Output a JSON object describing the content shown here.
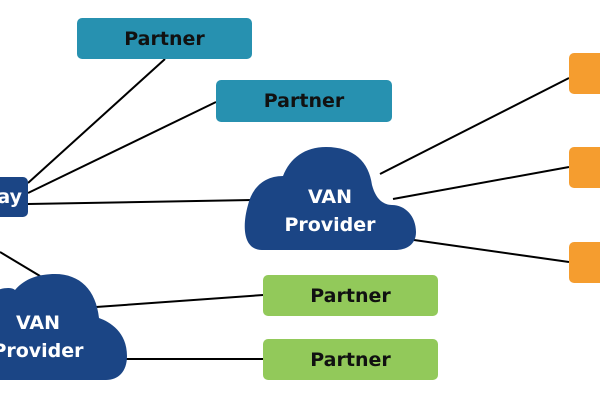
{
  "diagram": {
    "title": "",
    "colors": {
      "partner_teal": "#2791b0",
      "partner_green": "#92c95a",
      "endpoint_orange": "#f59d2f",
      "van_navy": "#1b4585",
      "connector": "#000000"
    },
    "nodes": {
      "gateway": {
        "label": "ay"
      },
      "van_main": {
        "line1": "VAN",
        "line2": "Provider"
      },
      "van_secondary": {
        "line1": "VAN",
        "line2": "Provider"
      },
      "partner_teal_1": {
        "label": "Partner"
      },
      "partner_teal_2": {
        "label": "Partner"
      },
      "partner_green_1": {
        "label": "Partner"
      },
      "partner_green_2": {
        "label": "Partner"
      },
      "orange_1": {
        "label": ""
      },
      "orange_2": {
        "label": ""
      },
      "orange_3": {
        "label": ""
      }
    },
    "edges": [
      {
        "from": "gateway",
        "to": "partner_teal_1"
      },
      {
        "from": "gateway",
        "to": "partner_teal_2"
      },
      {
        "from": "gateway",
        "to": "van_main"
      },
      {
        "from": "gateway",
        "to": "van_secondary"
      },
      {
        "from": "van_main",
        "to": "orange_1"
      },
      {
        "from": "van_main",
        "to": "orange_2"
      },
      {
        "from": "van_main",
        "to": "orange_3"
      },
      {
        "from": "van_secondary",
        "to": "partner_green_1"
      },
      {
        "from": "van_secondary",
        "to": "partner_green_2"
      }
    ]
  }
}
